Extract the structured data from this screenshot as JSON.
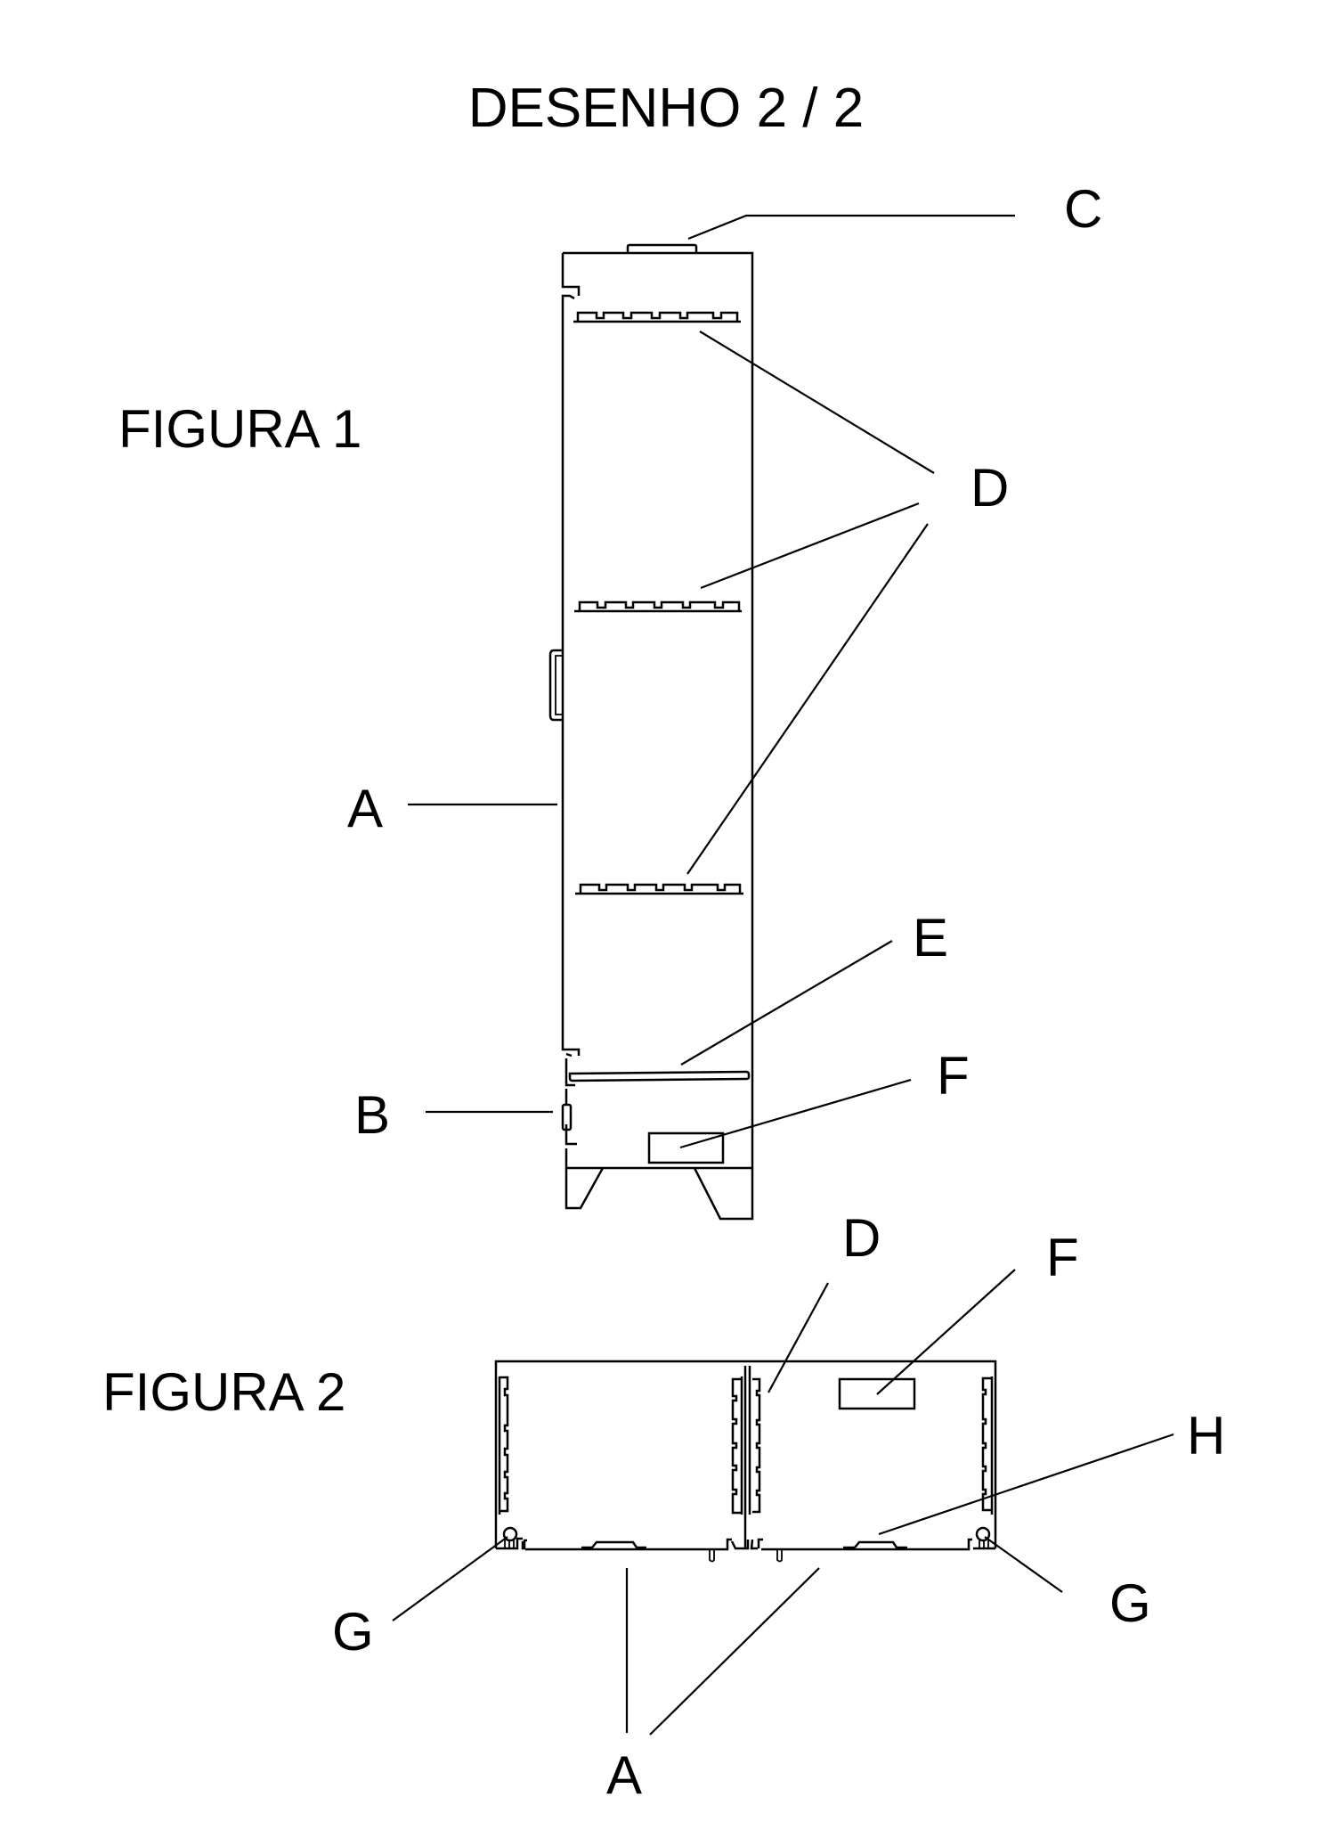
{
  "sheet": {
    "title": "DESENHO 2 / 2",
    "ink_color": "#000000",
    "background_color": "#ffffff"
  },
  "figures": [
    {
      "id": "figura-1",
      "caption": "FIGURA 1",
      "view": "side",
      "callouts": [
        "C",
        "D",
        "A",
        "E",
        "B",
        "F"
      ]
    },
    {
      "id": "figura-2",
      "caption": "FIGURA 2",
      "view": "top",
      "callouts": [
        "D",
        "F",
        "H",
        "G",
        "G",
        "A"
      ]
    }
  ],
  "labels": {
    "fig1": {
      "C": "C",
      "D": "D",
      "A": "A",
      "E": "E",
      "B": "B",
      "F": "F"
    },
    "fig2": {
      "D": "D",
      "F": "F",
      "H": "H",
      "G_left": "G",
      "G_right": "G",
      "A": "A"
    }
  }
}
